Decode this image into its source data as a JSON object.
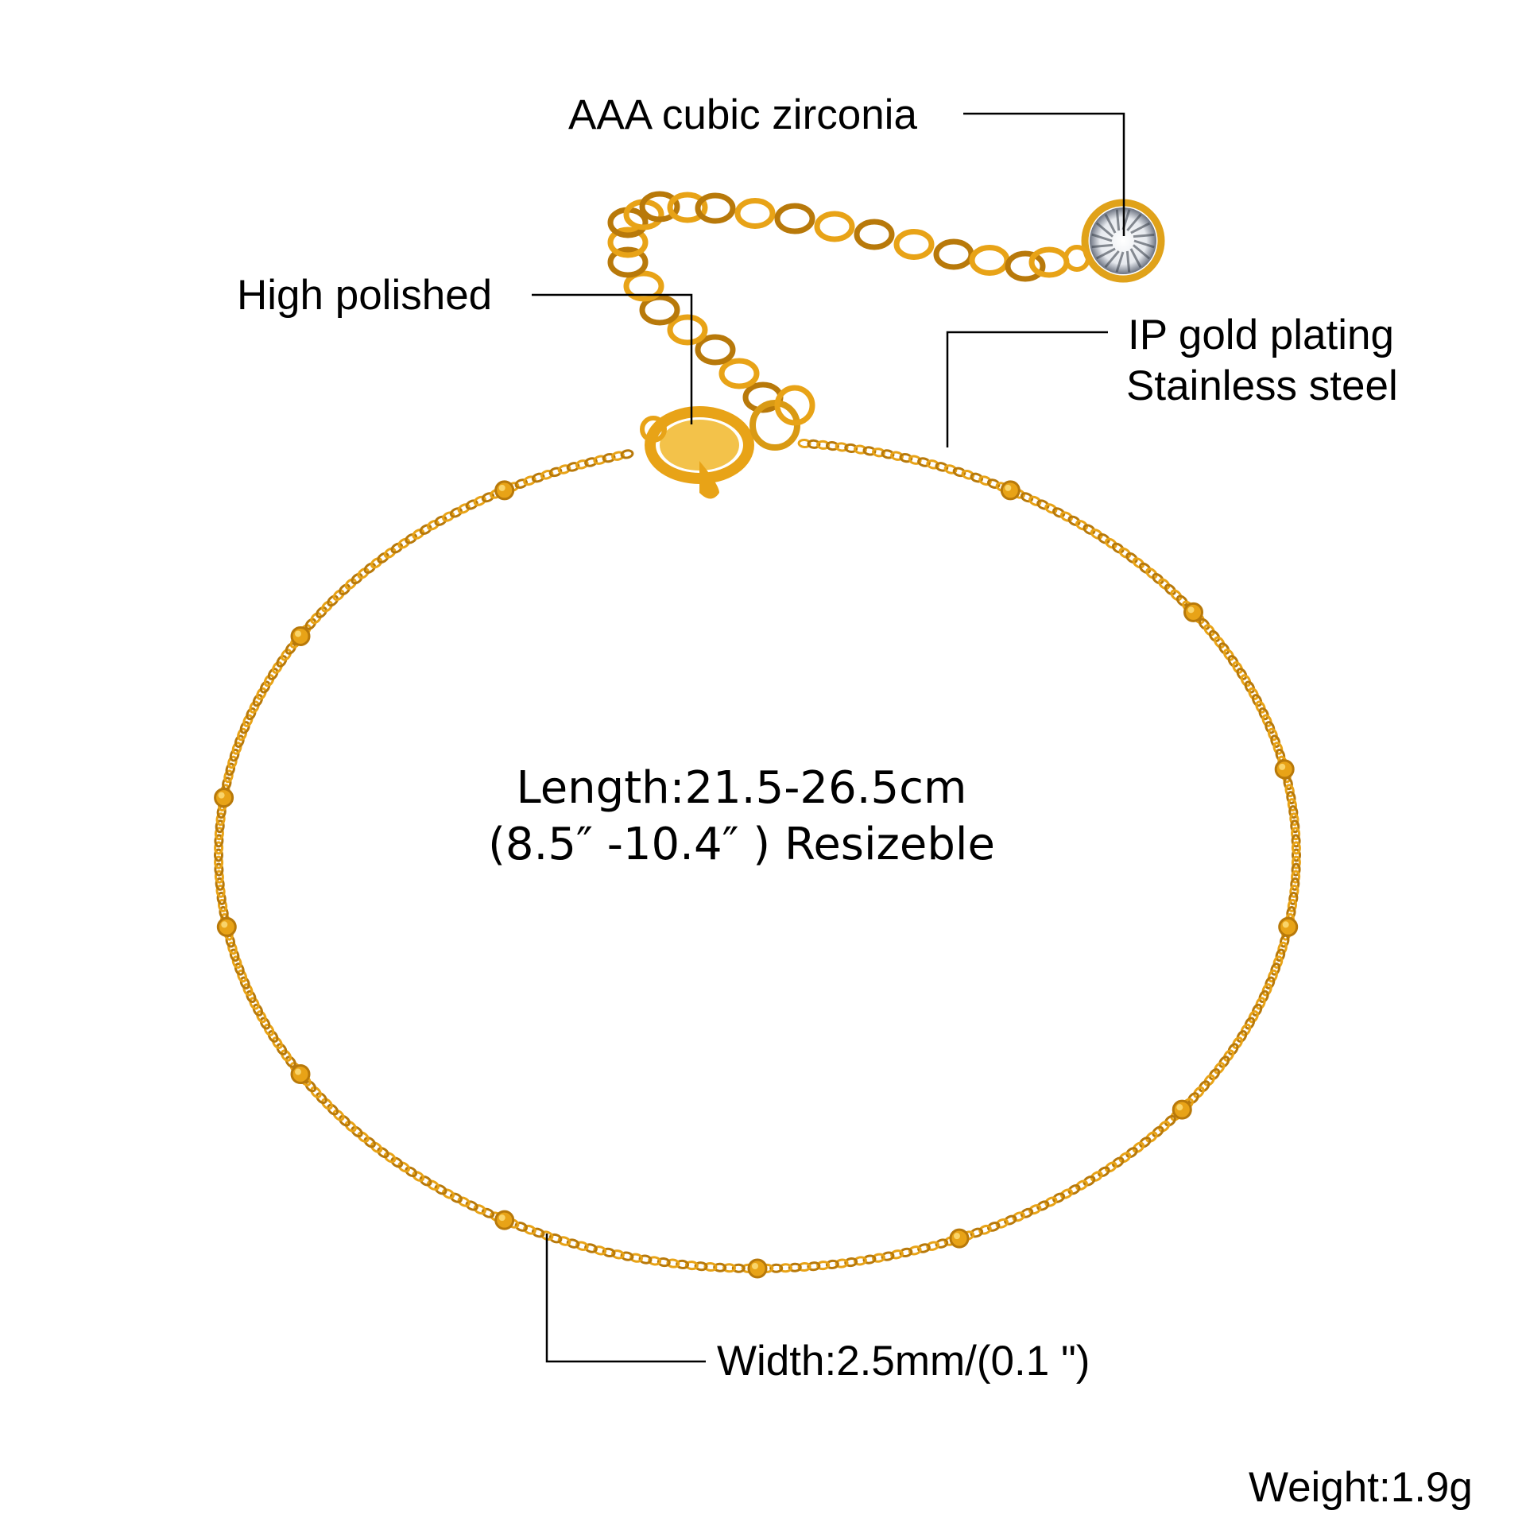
{
  "labels": {
    "zirconia": "AAA cubic zirconia",
    "polished": "High polished",
    "plating": "IP gold plating",
    "material": "Stainless steel",
    "length": "Length:21.5-26.5cm",
    "length_inches": "(8.5″ -10.4″ ) Resizeble",
    "width": "Width:2.5mm/(0.1 \")",
    "weight": "Weight:1.9g"
  },
  "colors": {
    "gold": "#e8a317",
    "gold_dark": "#b8790a",
    "gold_light": "#f9d46a",
    "line": "#000000"
  }
}
